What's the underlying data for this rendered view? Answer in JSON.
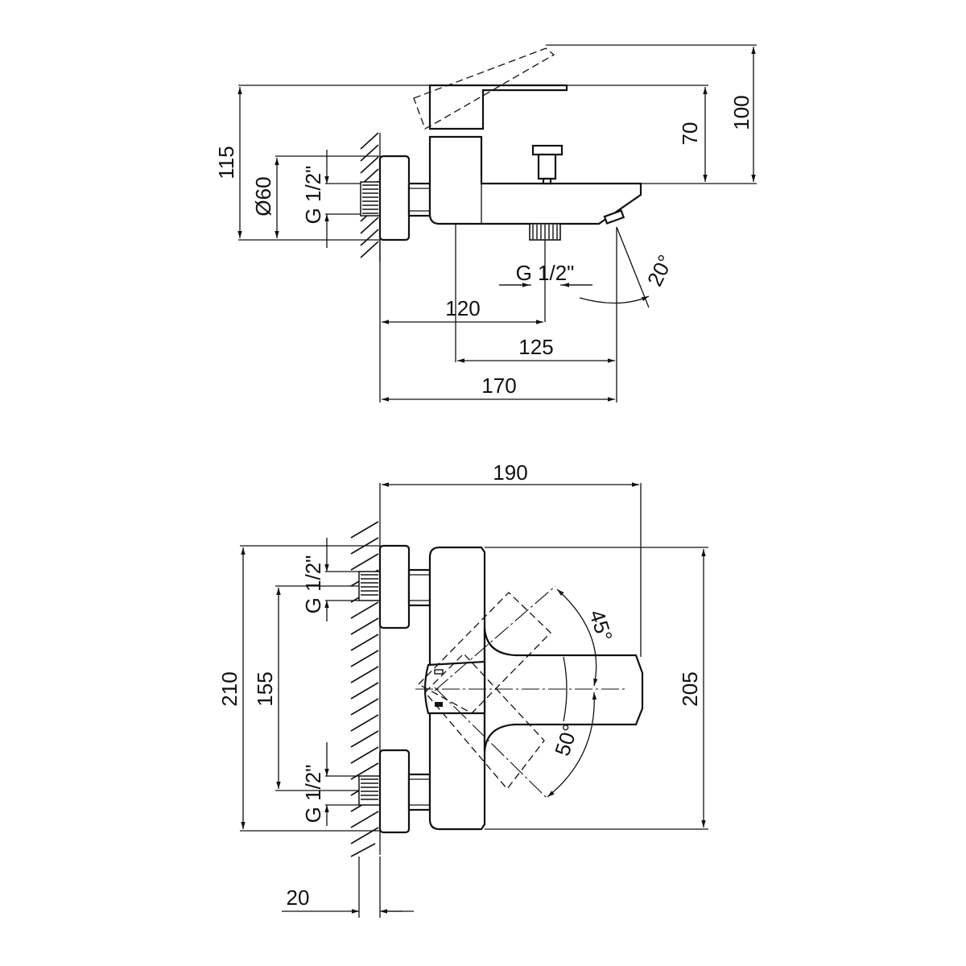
{
  "side_view": {
    "dimensions": {
      "overall_height": "100",
      "body_height": "70",
      "connection_height": "115",
      "rosette_diameter": "Ø60",
      "inlet_thread": "G 1/2\"",
      "outlet_thread": "G 1/2\"",
      "outlet_angle": "20°",
      "body_offset": "120",
      "spout_reach": "125",
      "total_projection": "170"
    }
  },
  "top_view": {
    "dimensions": {
      "total_width": "190",
      "overall_length": "210",
      "inlet_spacing": "155",
      "body_length": "205",
      "upper_inlet_thread": "G 1/2\"",
      "lower_inlet_thread": "G 1/2\"",
      "wall_offset": "20",
      "lever_angle_up": "45°",
      "lever_angle_down": "50°"
    }
  }
}
